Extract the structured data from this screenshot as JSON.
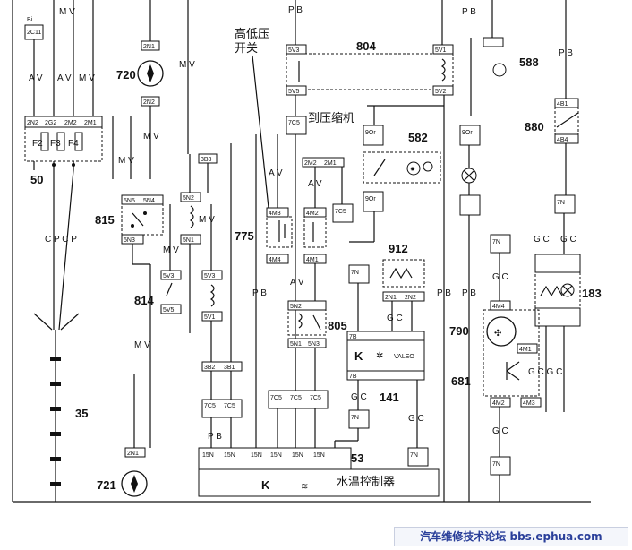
{
  "labels": {
    "hp_switch_1": "高低压",
    "hp_switch_2": "开关",
    "to_compressor": "到压缩机",
    "temp_controller": "水温控制器",
    "c804": "804",
    "c720": "720",
    "c588": "588",
    "c880": "880",
    "c582": "582",
    "c815": "815",
    "c775": "775",
    "c912": "912",
    "c814": "814",
    "c805": "805",
    "c790": "790",
    "c681": "681",
    "c141": "141",
    "c35": "35",
    "c50": "50",
    "c183": "183",
    "c53": "53",
    "c721": "721",
    "valeo": "VALEO",
    "f2": "F2",
    "f3": "F3",
    "f4": "F4",
    "cpcp": "C P C P"
  },
  "connectors": {
    "k2c11": "2C11",
    "k2n2a": "2N2",
    "k2g2": "2G2",
    "k2m2a": "2M2",
    "k2m1a": "2M1",
    "k2n1": "2N1",
    "k2n2b": "2N2",
    "k5v3": "5V3",
    "k5v5": "5V5",
    "k5v1": "5V1",
    "k5v2": "5V2",
    "k7c5": "7C5",
    "k9or": "9Or",
    "k4m3": "4M3",
    "k4m4": "4M4",
    "k4m2": "4M2",
    "k4m1": "4M1",
    "k5n5": "5N5",
    "k5n4": "5N4",
    "k5n3": "5N3",
    "k5n2": "5N2",
    "k5n1": "5N1",
    "k3b3": "3B3",
    "k3b2": "3B2",
    "k3b1": "3B1",
    "k7n": "7N",
    "k7b": "7B",
    "k15n": "15N",
    "k4b1": "4B1",
    "k4b4": "4B4"
  },
  "wire_codes": {
    "av": "A V",
    "mv": "M V",
    "pb": "P B",
    "gc": "G C",
    "bi": "Bi",
    "or": "Or",
    "gcgc": "G C G C"
  },
  "footer": "汽车维修技术论坛 bbs.ephua.com",
  "colors": {
    "ink": "#111111",
    "footer_text": "#2a3f9a",
    "footer_bg": "#f4f6fb"
  }
}
